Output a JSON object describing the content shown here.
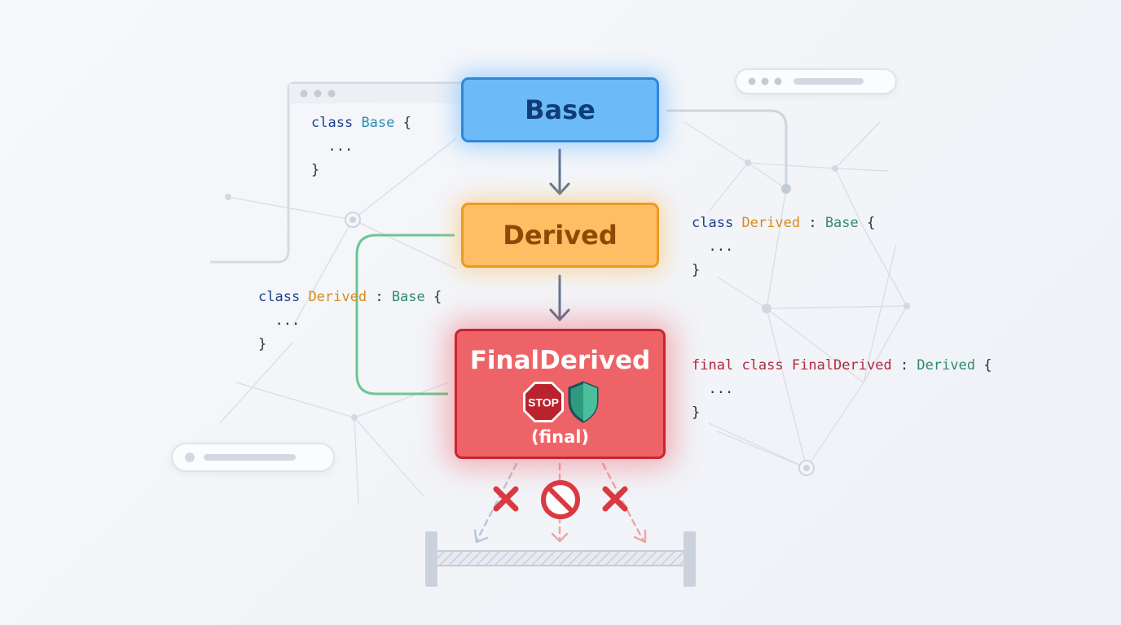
{
  "nodes": {
    "base": "Base",
    "derived": "Derived",
    "final": "FinalDerived",
    "final_note": "(final)",
    "stop_sign": "STOP"
  },
  "code_base": {
    "keyword": "class",
    "name": "Base",
    "open": " {",
    "body": "  ...",
    "close": "}"
  },
  "code_derived_right": {
    "keyword": "class",
    "name": "Derived",
    "sep": " : ",
    "parent": "Base",
    "open": " {",
    "body": "  ...",
    "close": "}"
  },
  "code_derived_left": {
    "keyword": "class",
    "name": "Derived",
    "sep": " : ",
    "parent": "Base",
    "open": " {",
    "body": "  ...",
    "close": "}"
  },
  "code_final": {
    "final_keyword": "final",
    "keyword": "class",
    "name": "FinalDerived",
    "sep": " : ",
    "parent": "Derived",
    "open": " {",
    "body": "  ...",
    "close": "}"
  },
  "colors": {
    "base_fill": "#6cbaf8",
    "derived_fill": "#ffbe63",
    "final_fill": "#ee6367",
    "arrow": "#5f7395",
    "connector_green": "#6cc593",
    "blocked": "#d93a42"
  }
}
